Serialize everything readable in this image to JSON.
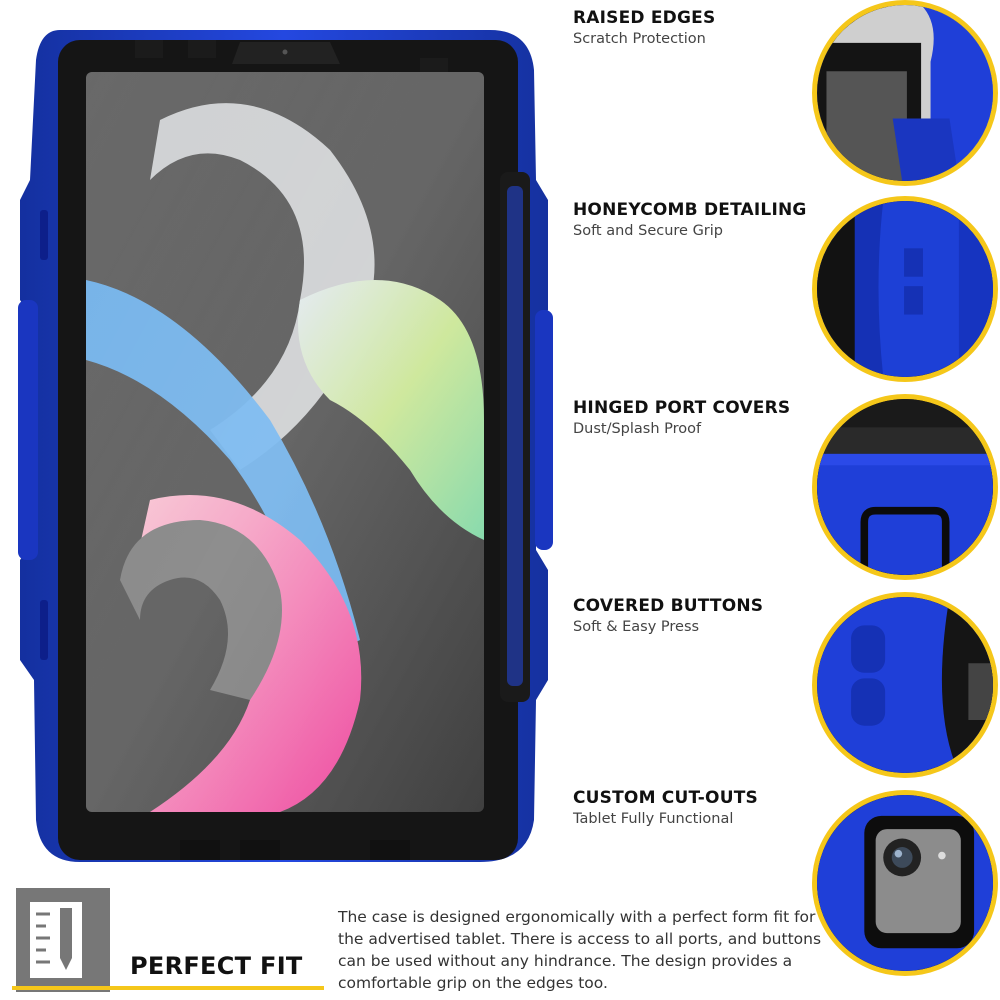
{
  "features": [
    {
      "title": "RAISED EDGES",
      "subtitle": "Scratch Protection",
      "icon": "raised-edge-corner"
    },
    {
      "title": "HONEYCOMB DETAILING",
      "subtitle": "Soft and Secure Grip",
      "icon": "honeycomb-grip"
    },
    {
      "title": "HINGED PORT COVERS",
      "subtitle": "Dust/Splash Proof",
      "icon": "port-cover"
    },
    {
      "title": "COVERED BUTTONS",
      "subtitle": "Soft & Easy Press",
      "icon": "covered-buttons"
    },
    {
      "title": "CUSTOM CUT-OUTS",
      "subtitle": "Tablet Fully Functional",
      "icon": "camera-cutout"
    }
  ],
  "fit": {
    "label": "PERFECT FIT",
    "description": "The case is designed ergonomically with a perfect form fit for the advertised tablet. There is access to all ports, and buttons can be used without any hindrance. The design provides a comfortable grip on the edges too.",
    "icon": "ruler-pencil-icon"
  },
  "colors": {
    "case_blue": "#1f3fd8",
    "case_dark_blue": "#0d1f8a",
    "frame_black": "#151515",
    "highlight_yellow": "#f5c71a",
    "icon_gray": "#777777"
  }
}
